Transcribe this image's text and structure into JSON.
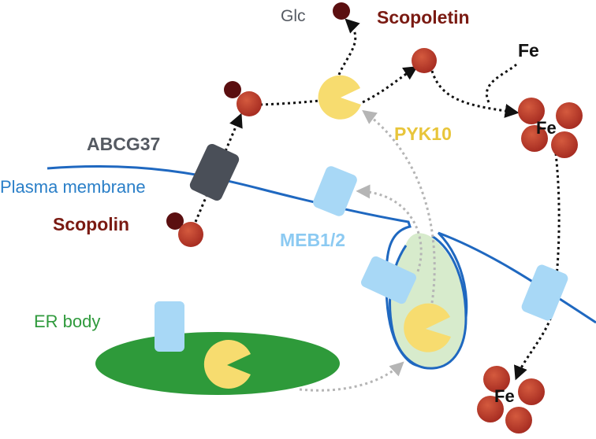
{
  "labels": {
    "glc": "Glc",
    "scopoletin": "Scopoletin",
    "fe_top": "Fe",
    "fe_cluster_upper": "Fe",
    "fe_cluster_lower": "Fe",
    "pyk10": "PYK10",
    "abcg37": "ABCG37",
    "plasma_membrane": "Plasma membrane",
    "scopolin": "Scopolin",
    "meb12": "MEB1/2",
    "er_body": "ER body"
  },
  "colors": {
    "scopoletin_text": "#7a1a12",
    "scopolin_text": "#7a1a12",
    "glc_text": "#555a62",
    "abcg37_text": "#555a62",
    "pyk10_text": "#e8c53a",
    "meb_text": "#8ccaf2",
    "membrane_text": "#2a7fc8",
    "er_text": "#2f9a3c",
    "membrane_line": "#1f68c0",
    "er_fill": "#2e9a3a",
    "vesicle_fill": "#d7ebcc",
    "meb_fill": "#a8d8f6",
    "enzyme_fill": "#f7dc6f",
    "abcg_fill": "#4a4f58",
    "red_ball": "#c0392b",
    "dark_ball": "#5b0f10"
  }
}
